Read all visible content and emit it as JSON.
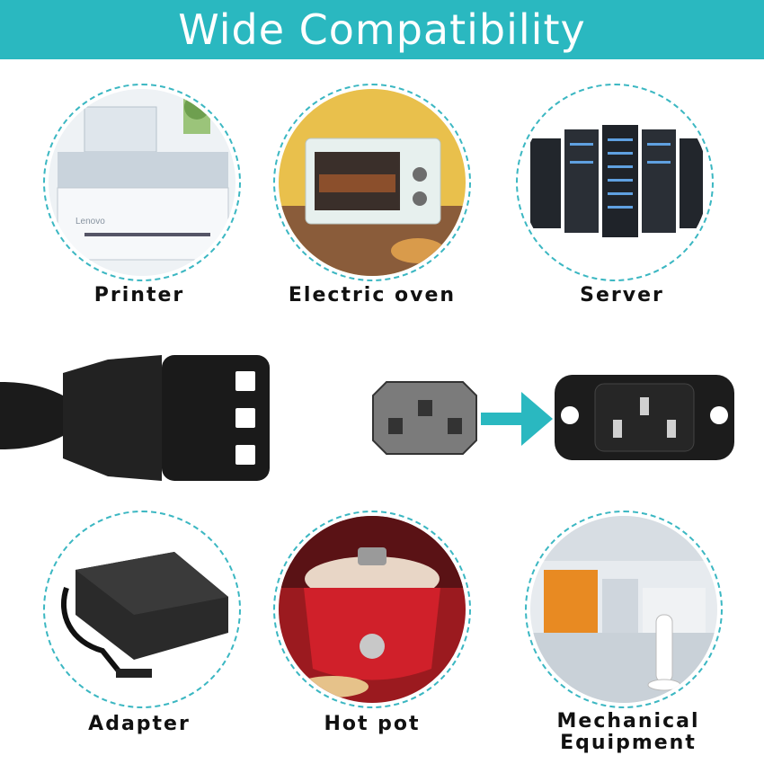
{
  "banner": {
    "title": "Wide Compatibility",
    "color": "#2ab8c0"
  },
  "items": [
    {
      "label": "Printer",
      "icon": "printer-icon"
    },
    {
      "label": "Electric oven",
      "icon": "oven-icon"
    },
    {
      "label": "Server",
      "icon": "server-icon"
    },
    {
      "label": "Adapter",
      "icon": "adapter-icon"
    },
    {
      "label": "Hot pot",
      "icon": "slow-cooker-icon"
    },
    {
      "label_line1": "Mechanical",
      "label_line2": "Equipment",
      "icon": "factory-icon"
    }
  ],
  "connector": {
    "plug_icon": "c13-plug-icon",
    "socket_icon": "c14-socket-icon",
    "arrow_color": "#2ab8c0"
  }
}
